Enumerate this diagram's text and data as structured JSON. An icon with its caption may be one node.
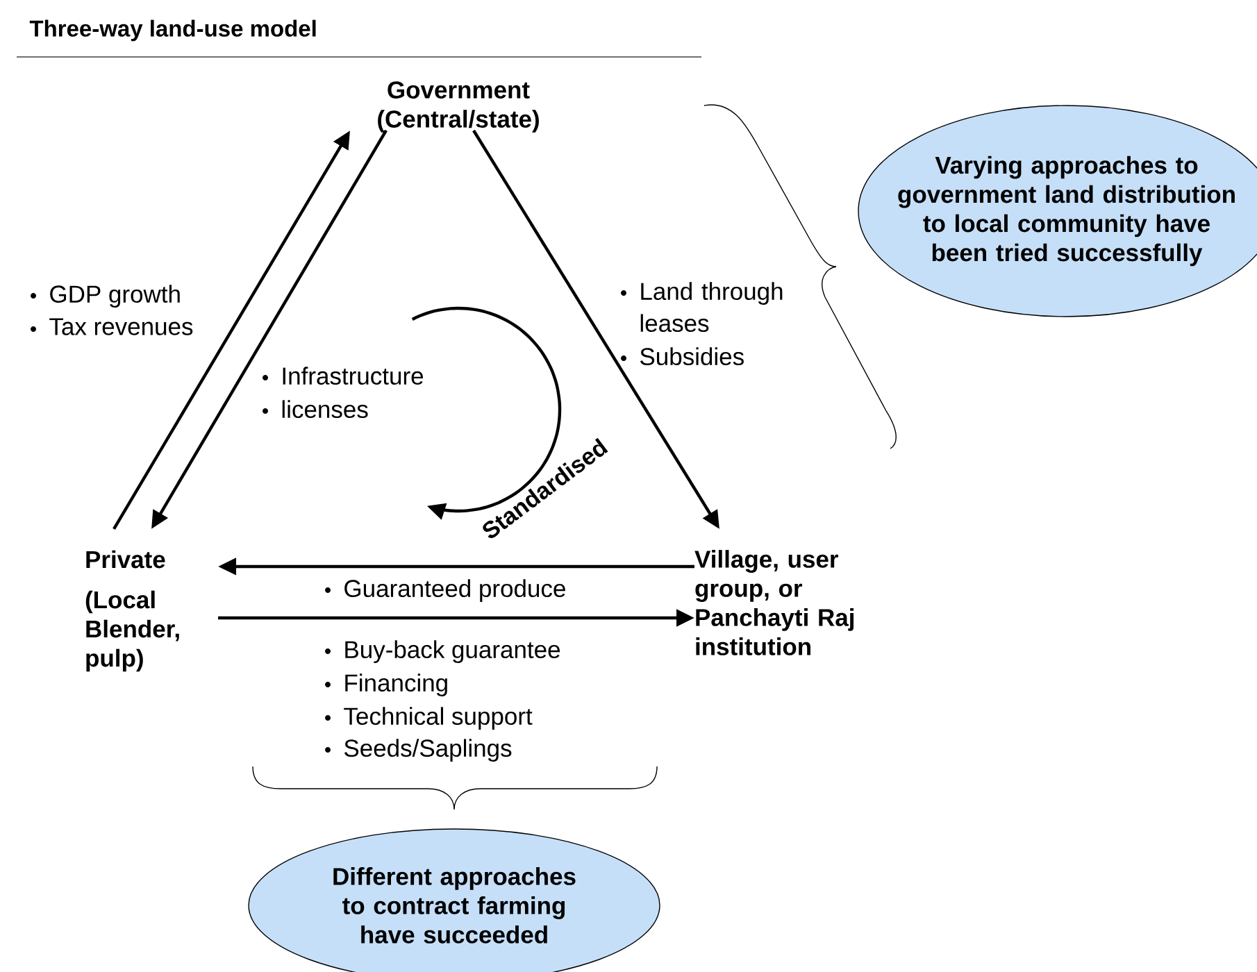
{
  "diagram": {
    "title": "Three-way land-use model",
    "nodes": [
      {
        "text": [
          "Government (Central/state)"
        ]
      },
      {
        "text": [
          "Private",
          "(Local Blender, pulp)"
        ]
      },
      {
        "text": [
          "Village, user group, or Panchayti Raj institution"
        ]
      },
      {
        "text": [
          "Varying approaches to government land distribution to local community have been tried successfully"
        ]
      },
      {
        "text": [
          "Different approaches to contract farming have succeeded"
        ]
      }
    ],
    "edges": [
      {
        "from": 1,
        "to": 0,
        "arrow": "to"
      },
      {
        "from": 0,
        "to": 1,
        "arrow": "to"
      },
      {
        "from": 0,
        "to": 2,
        "arrow": "to"
      },
      {
        "from": 2,
        "to": 1,
        "arrow": "to"
      },
      {
        "from": 1,
        "to": 2,
        "arrow": "to"
      }
    ],
    "labels": [
      "GDP growth",
      "Tax revenues",
      "Land through leases",
      "Subsidies",
      "Infrastructure",
      "licenses",
      "Standardised",
      "Guaranteed produce",
      "Buy-back guarantee",
      "Financing",
      "Technical support",
      "Seeds/Saplings"
    ]
  }
}
